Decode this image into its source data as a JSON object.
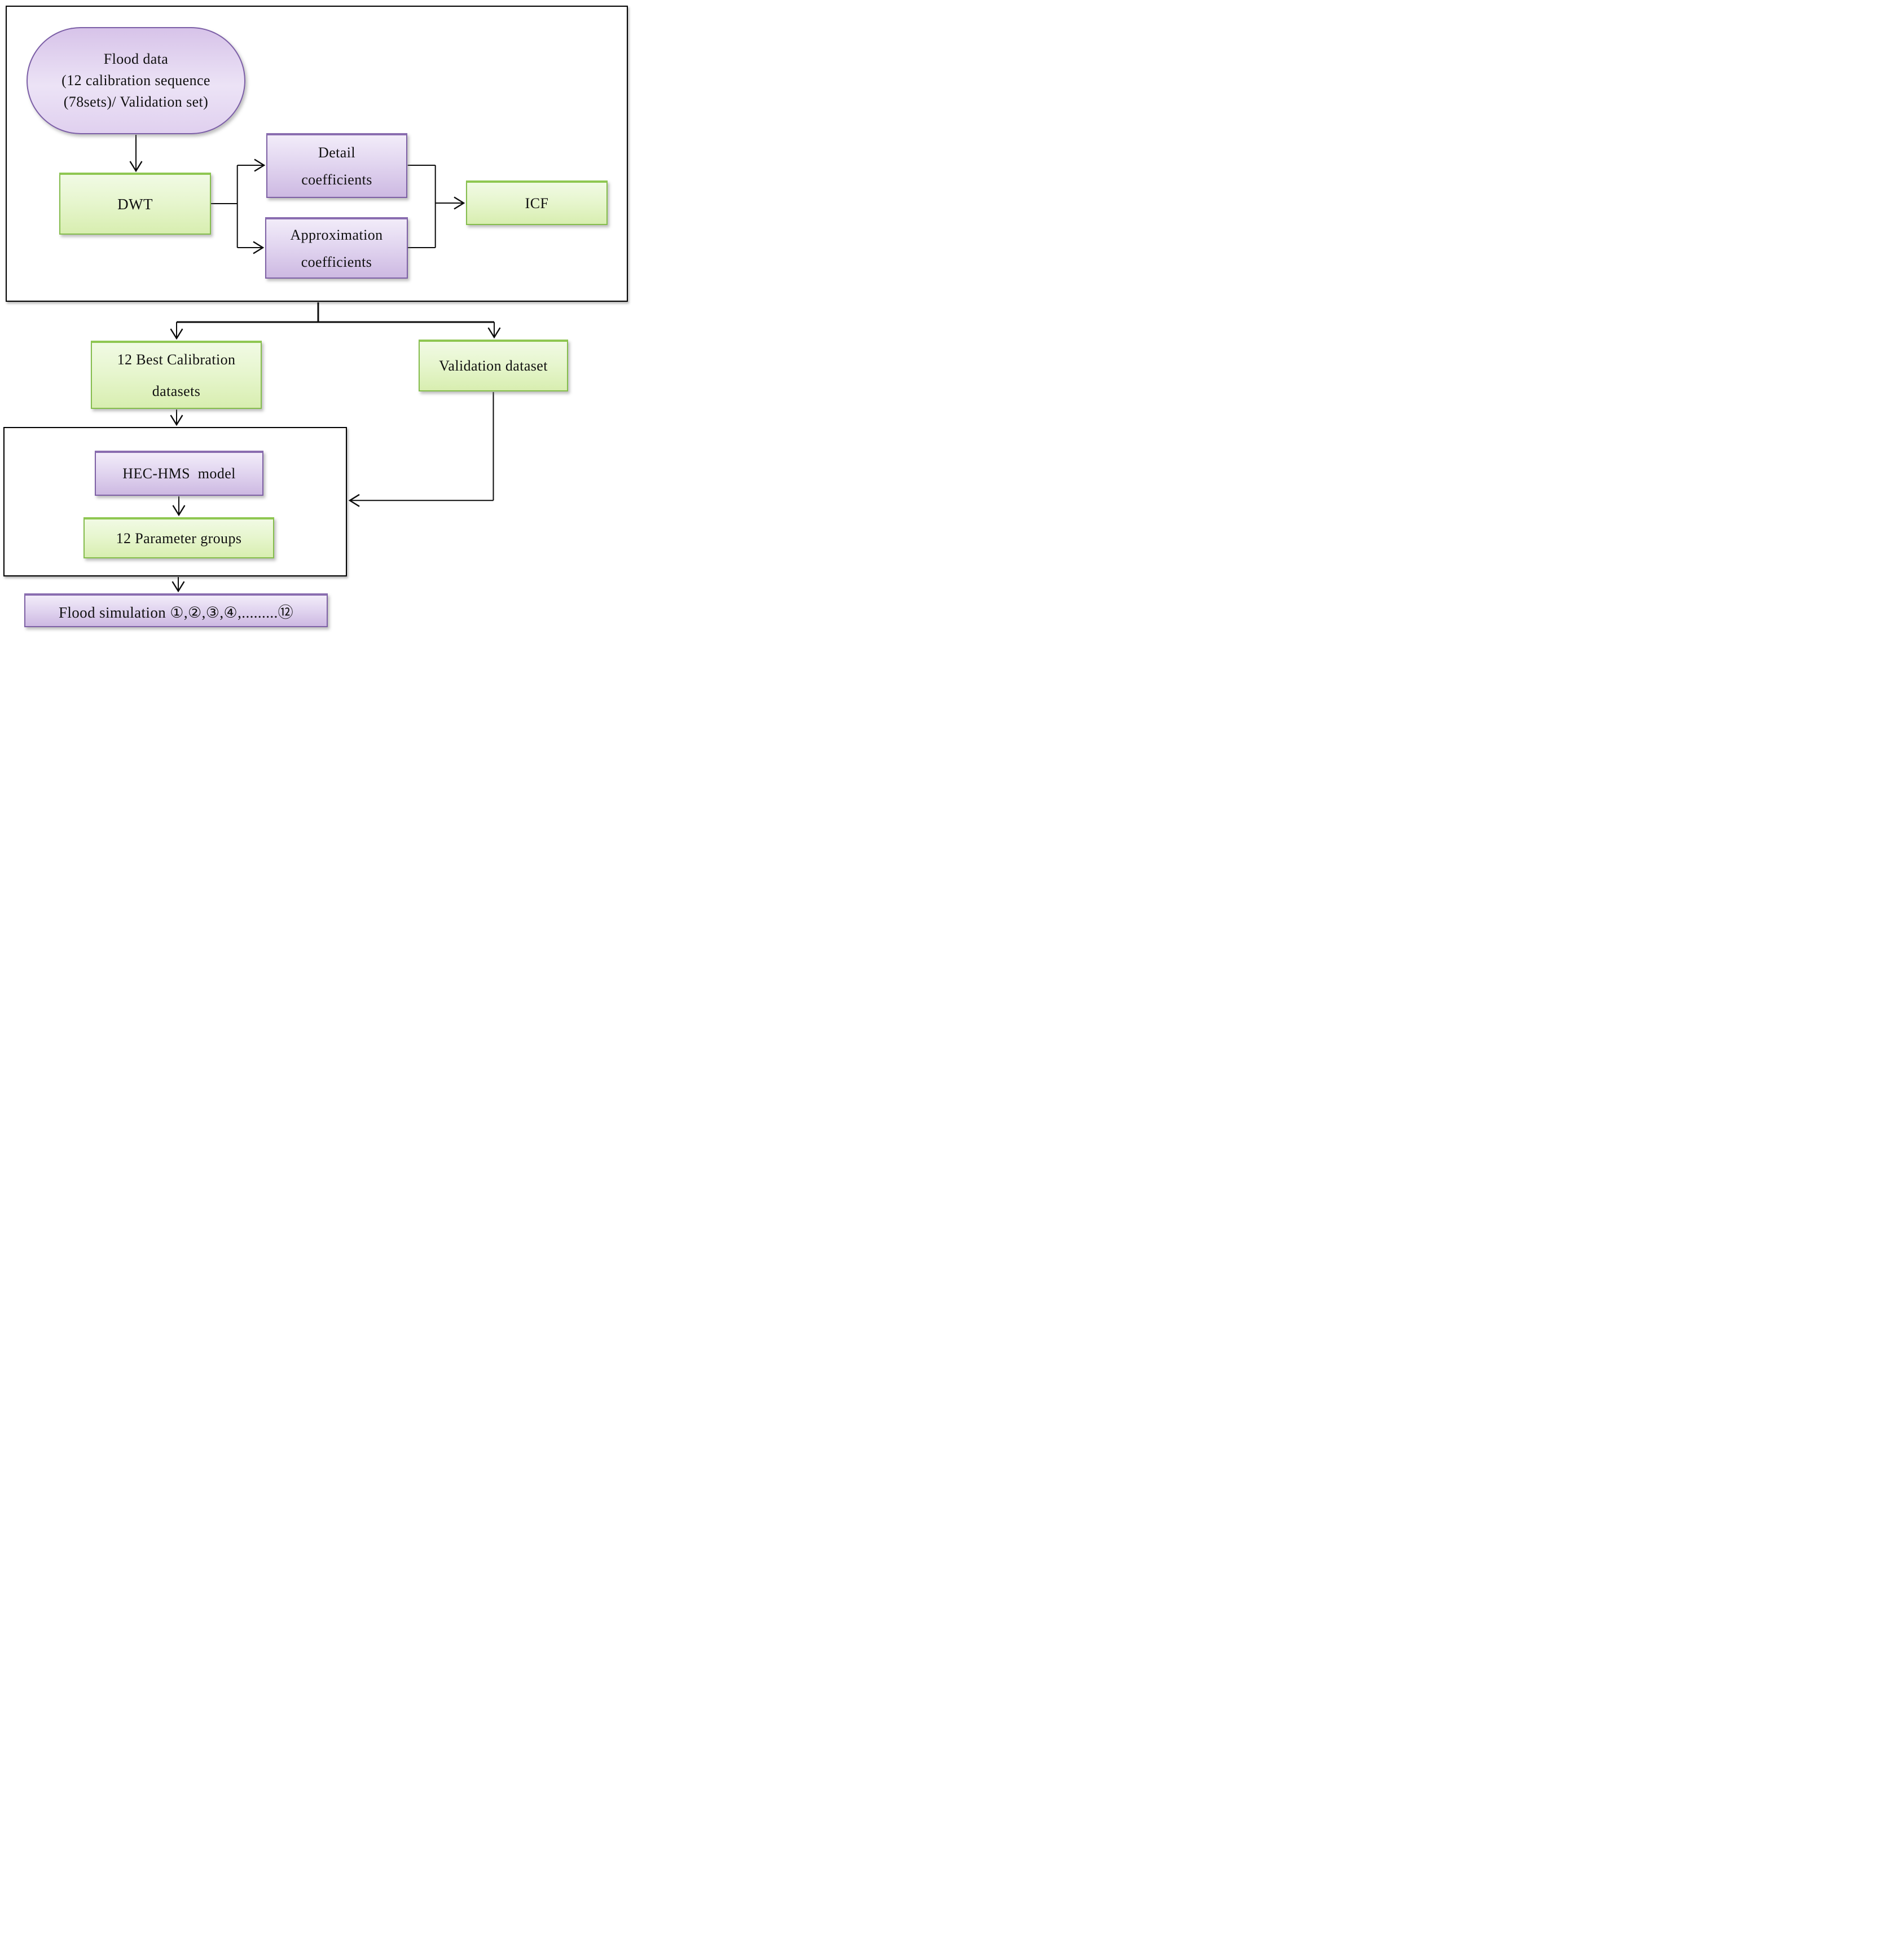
{
  "colors": {
    "green_border": "#85bd4d",
    "green_fill_top": "#f1fae4",
    "green_fill_bottom": "#d8eeb0",
    "purple_border": "#7e61a5",
    "purple_fill_top": "#f2ecf9",
    "purple_fill_bottom": "#cdb9e2",
    "stadium_border": "#7b5ea6",
    "line_color": "#0b0b0b"
  },
  "nodes": {
    "flood_data": {
      "label": "Flood data\n(12 calibration sequence\n(78sets)/ Validation set)"
    },
    "dwt": {
      "label": "DWT"
    },
    "detail_coefficients": {
      "label": "Detail\ncoefficients"
    },
    "approximation_coefficients": {
      "label": "Approximation\ncoefficients"
    },
    "icf": {
      "label": "ICF"
    },
    "best_calibration": {
      "label": "12 Best Calibration\ndatasets"
    },
    "validation_dataset": {
      "label": "Validation dataset"
    },
    "hec_hms": {
      "label": "HEC-HMS  model"
    },
    "parameter_groups": {
      "label": "12 Parameter groups"
    },
    "flood_simulation": {
      "label": "Flood simulation ①,②,③,④,.........⑫"
    }
  }
}
